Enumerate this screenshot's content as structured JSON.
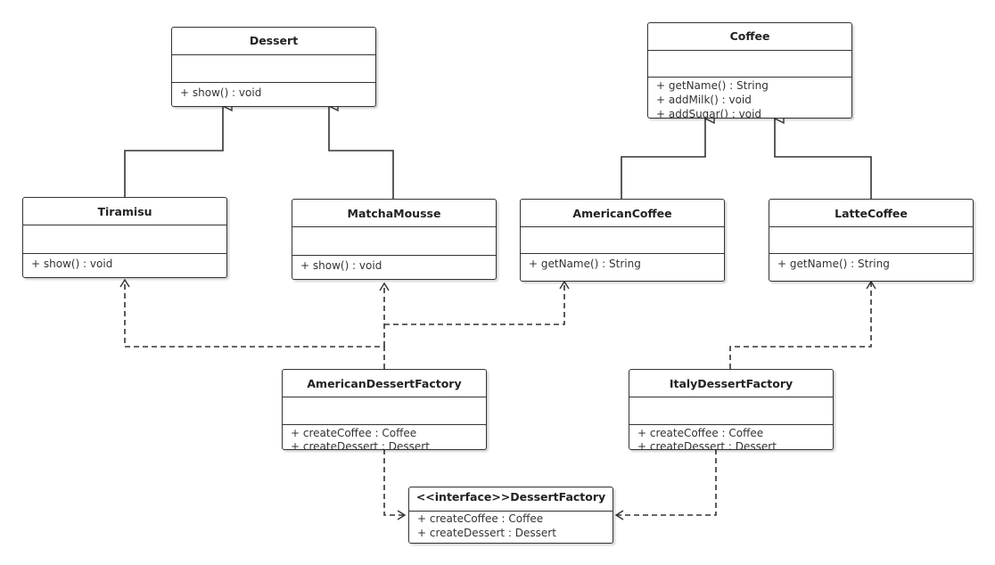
{
  "classes": {
    "dessert": {
      "name": "Dessert",
      "ops": [
        "+ show() : void"
      ]
    },
    "coffee": {
      "name": "Coffee",
      "ops": [
        "+ getName() : String",
        "+ addMilk() : void",
        "+ addSugar() : void"
      ]
    },
    "tiramisu": {
      "name": "Tiramisu",
      "ops": [
        "+ show() : void"
      ]
    },
    "matcha": {
      "name": "MatchaMousse",
      "ops": [
        "+ show() : void"
      ]
    },
    "american_coffee": {
      "name": "AmericanCoffee",
      "ops": [
        "+ getName() : String"
      ]
    },
    "latte": {
      "name": "LatteCoffee",
      "ops": [
        "+ getName() : String"
      ]
    },
    "american_factory": {
      "name": "AmericanDessertFactory",
      "ops": [
        "+ createCoffee : Coffee",
        "+ createDessert : Dessert"
      ]
    },
    "italy_factory": {
      "name": "ItalyDessertFactory",
      "ops": [
        "+ createCoffee : Coffee",
        "+ createDessert : Dessert"
      ]
    },
    "interface": {
      "name": "<<interface>>DessertFactory",
      "ops": [
        "+ createCoffee : Coffee",
        "+ createDessert : Dessert"
      ]
    }
  },
  "colors": {
    "line": "#333333",
    "shadow": "#cccccc"
  }
}
